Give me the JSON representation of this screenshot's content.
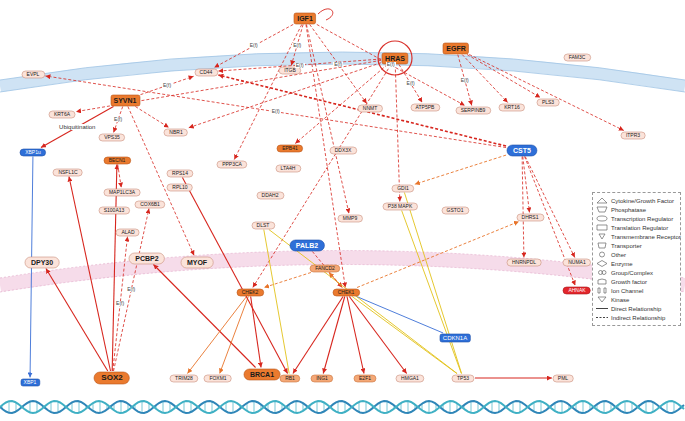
{
  "diagram": {
    "nodes": [
      {
        "text": [
          "IGF1"
        ]
      },
      {
        "text": [
          "HRAS"
        ]
      },
      {
        "text": [
          "EGFR"
        ]
      },
      {
        "text": [
          "FAM3C"
        ]
      },
      {
        "text": [
          "EVPL"
        ]
      },
      {
        "text": [
          "CD44"
        ]
      },
      {
        "text": [
          "ITGB"
        ]
      },
      {
        "text": [
          "NNMT"
        ]
      },
      {
        "text": [
          "ATP5PB"
        ]
      },
      {
        "text": [
          "SERPINB9"
        ]
      },
      {
        "text": [
          "KRT16"
        ]
      },
      {
        "text": [
          "PLS3"
        ]
      },
      {
        "text": [
          "ITPR3"
        ]
      },
      {
        "text": [
          "KRT6A"
        ]
      },
      {
        "text": [
          "SYVN1"
        ]
      },
      {
        "text": [
          "XBP1u"
        ]
      },
      {
        "text": [
          "NSFL1C"
        ]
      },
      {
        "text": [
          "VPS35"
        ]
      },
      {
        "text": [
          "BECN1"
        ]
      },
      {
        "text": [
          "MAP1LC3A"
        ]
      },
      {
        "text": [
          "S100A13"
        ]
      },
      {
        "text": [
          "NBR1"
        ]
      },
      {
        "text": [
          "RPS14"
        ]
      },
      {
        "text": [
          "RPL10"
        ]
      },
      {
        "text": [
          "COX6B1"
        ]
      },
      {
        "text": [
          "ALAD"
        ]
      },
      {
        "text": [
          "PPP3CA"
        ]
      },
      {
        "text": [
          "EPB41"
        ]
      },
      {
        "text": [
          "LTA4H"
        ]
      },
      {
        "text": [
          "DDX3X"
        ]
      },
      {
        "text": [
          "DDAH2"
        ]
      },
      {
        "text": [
          "DLST"
        ]
      },
      {
        "text": [
          "MMP9"
        ]
      },
      {
        "text": [
          "GDI1"
        ]
      },
      {
        "text": [
          "P38 MAPK"
        ]
      },
      {
        "text": [
          "CST5"
        ]
      },
      {
        "text": [
          "GSTO1"
        ]
      },
      {
        "text": [
          "DHRS1"
        ]
      },
      {
        "text": [
          "HNRNPDL"
        ]
      },
      {
        "text": [
          "NUMA1"
        ]
      },
      {
        "text": [
          "AHNAK"
        ]
      },
      {
        "text": [
          "PALB2"
        ]
      },
      {
        "text": [
          "MYOF"
        ]
      },
      {
        "text": [
          "PCBP2"
        ]
      },
      {
        "text": [
          "DPY30"
        ]
      },
      {
        "text": [
          "FANCD2"
        ]
      },
      {
        "text": [
          "CHEK2"
        ]
      },
      {
        "text": [
          "CHEK1"
        ]
      },
      {
        "text": [
          "CDKN1A"
        ]
      },
      {
        "text": [
          "XBP1"
        ]
      },
      {
        "text": [
          "SOX2"
        ]
      },
      {
        "text": [
          "TRIM28"
        ]
      },
      {
        "text": [
          "FOXM1"
        ]
      },
      {
        "text": [
          "BRCA1"
        ]
      },
      {
        "text": [
          "RB1"
        ]
      },
      {
        "text": [
          "ING1"
        ]
      },
      {
        "text": [
          "E2F1"
        ]
      },
      {
        "text": [
          "HMGA1"
        ]
      },
      {
        "text": [
          "TP53"
        ]
      },
      {
        "text": [
          "PML"
        ]
      }
    ],
    "edges": [
      {
        "from": 0,
        "to": 5,
        "arrow": "to",
        "label": "E(f)"
      },
      {
        "from": 0,
        "to": 6,
        "arrow": "to",
        "label": "E(f)"
      },
      {
        "from": 0,
        "to": 7,
        "arrow": "to",
        "label": "E(f)"
      },
      {
        "from": 0,
        "to": 9,
        "arrow": "to",
        "label": "E(f)"
      },
      {
        "from": 0,
        "to": 26,
        "arrow": "to"
      },
      {
        "from": 0,
        "to": 32,
        "arrow": "to"
      },
      {
        "from": 0,
        "to": 47,
        "arrow": "to"
      },
      {
        "from": 1,
        "to": 5,
        "arrow": "to",
        "label": "E(f)"
      },
      {
        "from": 1,
        "to": 21,
        "arrow": "to"
      },
      {
        "from": 1,
        "to": 27,
        "arrow": "to"
      },
      {
        "from": 1,
        "to": 8,
        "arrow": "to",
        "label": "E(f)"
      },
      {
        "from": 1,
        "to": 46,
        "arrow": "to"
      },
      {
        "from": 1,
        "to": 34,
        "arrow": "to"
      },
      {
        "from": 2,
        "to": 9,
        "arrow": "to",
        "label": "E(f)"
      },
      {
        "from": 2,
        "to": 10,
        "arrow": "to"
      },
      {
        "from": 2,
        "to": 12,
        "arrow": "to"
      },
      {
        "from": 2,
        "to": 11,
        "arrow": "to"
      },
      {
        "from": 35,
        "to": 5,
        "arrow": "to"
      },
      {
        "from": 35,
        "to": 4,
        "arrow": "to",
        "label": "E(f)"
      },
      {
        "from": 35,
        "to": 37,
        "arrow": "to"
      },
      {
        "from": 35,
        "to": 38,
        "arrow": "to"
      },
      {
        "from": 35,
        "to": 39,
        "arrow": "to"
      },
      {
        "from": 35,
        "to": 40,
        "arrow": "to"
      },
      {
        "from": 35,
        "to": 33,
        "arrow": "to"
      },
      {
        "from": 14,
        "to": 15,
        "arrow": "to",
        "label": "Ubiquitination"
      },
      {
        "from": 14,
        "to": 17,
        "arrow": "to",
        "label": "E(f)"
      },
      {
        "from": 14,
        "to": 21,
        "arrow": "to"
      },
      {
        "from": 14,
        "to": 42,
        "arrow": "to"
      },
      {
        "from": 14,
        "to": 5,
        "arrow": "to",
        "label": "E(f)"
      },
      {
        "from": 15,
        "to": 49,
        "arrow": "to"
      },
      {
        "from": 18,
        "to": 19,
        "arrow": "to"
      },
      {
        "from": 50,
        "to": 18,
        "arrow": "to"
      },
      {
        "from": 50,
        "to": 16,
        "arrow": "to"
      },
      {
        "from": 50,
        "to": 44,
        "arrow": "to"
      },
      {
        "from": 50,
        "to": 25,
        "arrow": "to",
        "label": "E(f)"
      },
      {
        "from": 50,
        "to": 24,
        "arrow": "to",
        "label": "E(f)"
      },
      {
        "from": 53,
        "to": 43,
        "arrow": "to"
      },
      {
        "from": 46,
        "to": 53,
        "arrow": "to"
      },
      {
        "from": 46,
        "to": 52,
        "arrow": "to"
      },
      {
        "from": 46,
        "to": 51,
        "arrow": "to"
      },
      {
        "from": 47,
        "to": 54,
        "arrow": "to"
      },
      {
        "from": 47,
        "to": 55,
        "arrow": "to"
      },
      {
        "from": 47,
        "to": 56,
        "arrow": "to"
      },
      {
        "from": 47,
        "to": 48,
        "arrow": "none"
      },
      {
        "from": 47,
        "to": 57,
        "arrow": "to"
      },
      {
        "from": 41,
        "to": 47,
        "arrow": "to"
      },
      {
        "from": 45,
        "to": 46,
        "arrow": "to"
      },
      {
        "from": 47,
        "to": 37,
        "arrow": "to"
      },
      {
        "from": 58,
        "to": 33,
        "arrow": "none"
      },
      {
        "from": 58,
        "to": 34,
        "arrow": "none"
      },
      {
        "from": 58,
        "to": 31,
        "arrow": "none"
      },
      {
        "from": 58,
        "to": 59,
        "arrow": "to"
      },
      {
        "from": 54,
        "to": 31,
        "arrow": "none"
      },
      {
        "from": 22,
        "to": 54,
        "arrow": "to"
      },
      {
        "from": 58,
        "to": 47,
        "arrow": "none"
      },
      {
        "from": 47,
        "to": 45,
        "arrow": "to"
      },
      {
        "from": 1,
        "to": 13,
        "arrow": "to"
      }
    ],
    "legend": [
      {
        "text": "Cytokine/Growth Factor"
      },
      {
        "text": "Phosphatase"
      },
      {
        "text": "Transcription Regulator"
      },
      {
        "text": "Translation Regulator"
      },
      {
        "text": "Transmembrane Receptor"
      },
      {
        "text": "Transporter"
      },
      {
        "text": "Other"
      },
      {
        "text": "Enzyme"
      },
      {
        "text": "Group/Complex"
      },
      {
        "text": "Growth factor"
      },
      {
        "text": "Ion Channel"
      },
      {
        "text": "Kinase"
      },
      {
        "text": "Direct Relationship"
      },
      {
        "text": "Indirect Relationship"
      }
    ]
  }
}
